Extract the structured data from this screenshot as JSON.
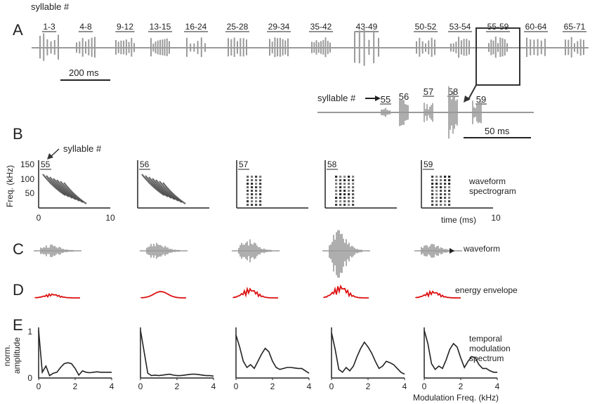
{
  "panel_letters": [
    "A",
    "B",
    "C",
    "D",
    "E"
  ],
  "panel_a": {
    "header": "syllable #",
    "groups": [
      {
        "label": "1-3"
      },
      {
        "label": "4-8"
      },
      {
        "label": "9-12"
      },
      {
        "label": "13-15"
      },
      {
        "label": "16-24"
      },
      {
        "label": "25-28"
      },
      {
        "label": "29-34"
      },
      {
        "label": "35-42"
      },
      {
        "label": "43-49"
      },
      {
        "label": "50-52"
      },
      {
        "label": "53-54"
      },
      {
        "label": "55-59"
      },
      {
        "label": "60-64"
      },
      {
        "label": "65-71"
      }
    ],
    "scale_label": "200 ms",
    "inset": {
      "header": "syllable #",
      "syllables": [
        "55",
        "56",
        "57",
        "58",
        "59"
      ],
      "scale_label": "50 ms"
    }
  },
  "panel_b": {
    "annotation": "syllable #",
    "ylabel": "Freq. (kHz)",
    "yticks": [
      "150",
      "100",
      "50"
    ],
    "xticks": [
      "0",
      "10"
    ],
    "xlabel": "time (ms)",
    "syllables": [
      "55",
      "56",
      "57",
      "58",
      "59"
    ],
    "side_labels": [
      "waveform",
      "spectrogram"
    ]
  },
  "panel_c": {
    "side_label": "waveform"
  },
  "panel_d": {
    "side_label": "energy envelope",
    "trace_color": "#dd1111"
  },
  "panel_e": {
    "ylabel_lines": [
      "norm.",
      "amplitude"
    ],
    "yticks": [
      "1",
      "0"
    ],
    "xticks": [
      "0",
      "2",
      "4"
    ],
    "xlabel": "Modulation Freq. (kHz)",
    "side_label_lines": [
      "temporal",
      "modulation",
      "spectrum"
    ]
  },
  "colors": {
    "waveform": "#9a9a9a",
    "envelope": "#dd1111",
    "axis": "#222222"
  },
  "chart_data": {
    "type": "line",
    "title": "",
    "xlabel": "Modulation Freq. (kHz)",
    "ylabel": "norm. amplitude",
    "xlim": [
      0,
      4
    ],
    "ylim": [
      0,
      1
    ],
    "x": [
      0,
      0.2,
      0.4,
      0.6,
      0.8,
      1.0,
      1.2,
      1.4,
      1.6,
      1.8,
      2.0,
      2.2,
      2.4,
      2.6,
      2.8,
      3.0,
      3.2,
      3.4,
      3.6,
      3.8,
      4.0
    ],
    "series": [
      {
        "name": "55",
        "values": [
          1.0,
          0.12,
          0.25,
          0.05,
          0.1,
          0.12,
          0.22,
          0.3,
          0.32,
          0.3,
          0.2,
          0.06,
          0.15,
          0.12,
          0.11,
          0.12,
          0.13,
          0.12,
          0.12,
          0.12,
          0.12
        ]
      },
      {
        "name": "56",
        "values": [
          1.0,
          0.55,
          0.1,
          0.05,
          0.06,
          0.05,
          0.06,
          0.07,
          0.08,
          0.06,
          0.05,
          0.05,
          0.06,
          0.07,
          0.08,
          0.08,
          0.07,
          0.06,
          0.05,
          0.05,
          0.04
        ]
      },
      {
        "name": "57",
        "values": [
          0.9,
          0.65,
          0.35,
          0.22,
          0.28,
          0.2,
          0.35,
          0.5,
          0.62,
          0.55,
          0.35,
          0.22,
          0.18,
          0.2,
          0.22,
          0.22,
          0.21,
          0.2,
          0.2,
          0.15,
          0.1
        ]
      },
      {
        "name": "58",
        "values": [
          0.95,
          0.6,
          0.18,
          0.12,
          0.22,
          0.15,
          0.25,
          0.45,
          0.62,
          0.75,
          0.65,
          0.52,
          0.35,
          0.2,
          0.25,
          0.35,
          0.32,
          0.28,
          0.2,
          0.12,
          0.08
        ]
      },
      {
        "name": "59",
        "values": [
          1.0,
          0.72,
          0.3,
          0.18,
          0.25,
          0.2,
          0.38,
          0.6,
          0.72,
          0.65,
          0.42,
          0.22,
          0.35,
          0.45,
          0.42,
          0.28,
          0.2,
          0.2,
          0.15,
          0.12,
          0.12
        ]
      }
    ]
  }
}
